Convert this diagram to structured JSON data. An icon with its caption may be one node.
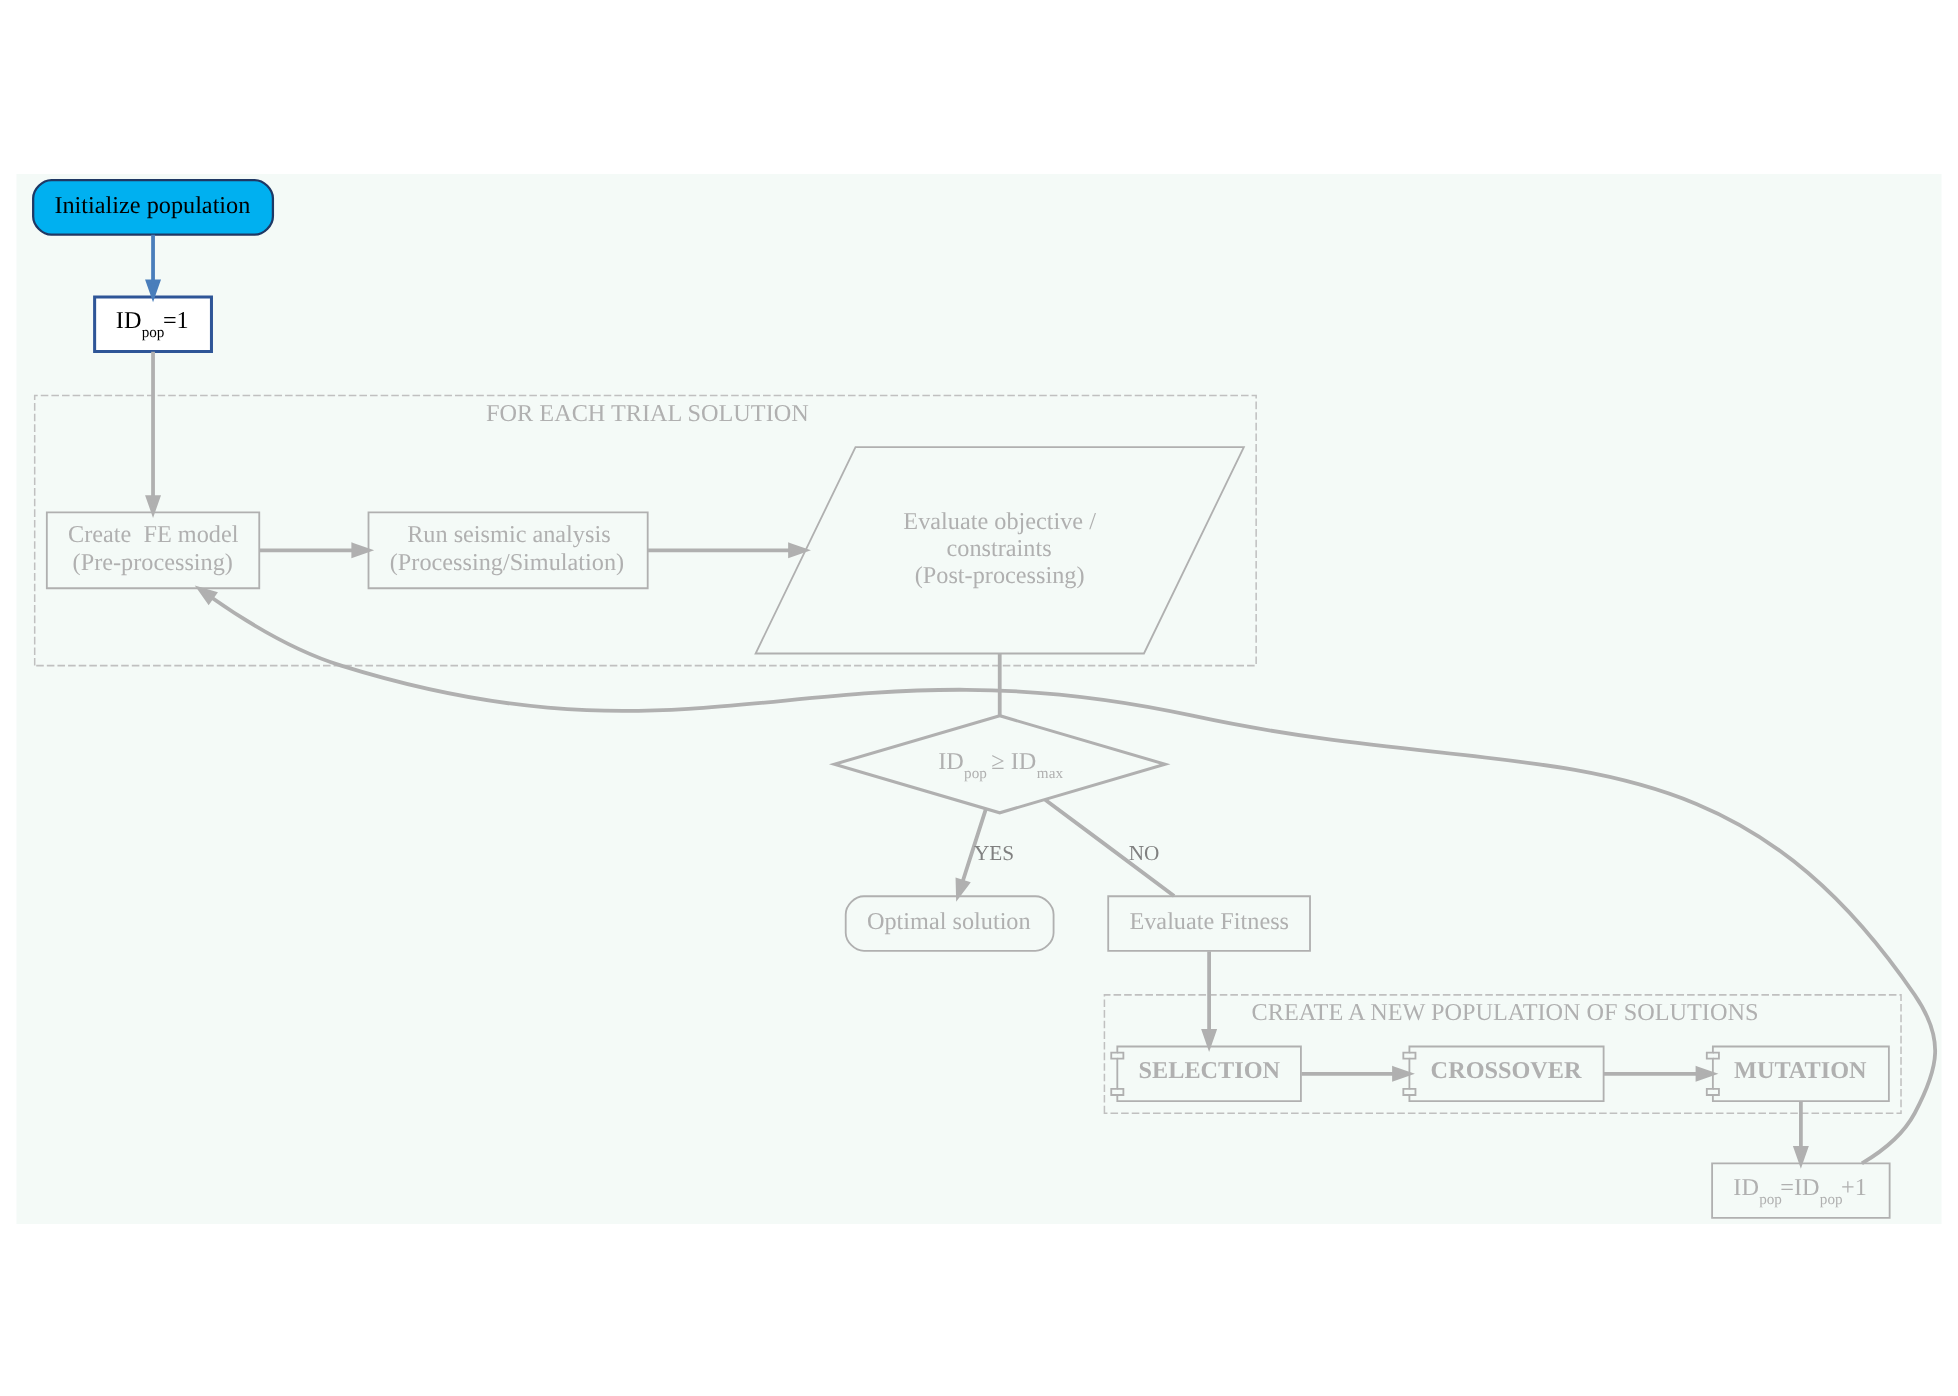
{
  "diagram": {
    "nodes": [
      {
        "text": [
          "Initialize population"
        ]
      },
      {
        "text": [
          "ID$_{pop}$=1"
        ]
      },
      {
        "text": [
          "FOR EACH TRIAL SOLUTION"
        ]
      },
      {
        "text": [
          "Create  FE model (Pre-processing)"
        ],
        "in": 2
      },
      {
        "text": [
          "Run seismic analysis (Processing/Simulation)"
        ],
        "in": 2
      },
      {
        "text": [
          "Evaluate objective / constraints (Post-processing)"
        ],
        "in": 2
      },
      {
        "text": [
          "ID$_{pop}$ ≥ ID$_{max}$"
        ]
      },
      {
        "text": [
          "Optimal solution"
        ]
      },
      {
        "text": [
          "Evaluate Fitness"
        ]
      },
      {
        "text": [
          "CREATE A NEW POPULATION OF SOLUTIONS"
        ]
      },
      {
        "text": [
          "SELECTION"
        ],
        "in": 9
      },
      {
        "text": [
          "CROSSOVER"
        ],
        "in": 9
      },
      {
        "text": [
          "MUTATION"
        ],
        "in": 9
      },
      {
        "text": [
          "ID$_{pop}$=ID$_{pop}$+1"
        ]
      }
    ],
    "edges": [
      {
        "from": 0,
        "to": 1,
        "arrow": "to",
        "color": "#4a7ebb"
      },
      {
        "from": 1,
        "to": 3,
        "arrow": "to"
      },
      {
        "from": 3,
        "to": 4,
        "arrow": "to"
      },
      {
        "from": 4,
        "to": 5,
        "arrow": "to"
      },
      {
        "from": 5,
        "to": 6,
        "arrow": "none"
      },
      {
        "from": 6,
        "to": 7,
        "label": "YES",
        "arrow": "to"
      },
      {
        "from": 6,
        "to": 8,
        "label": "NO",
        "arrow": "none"
      },
      {
        "from": 8,
        "to": 10,
        "arrow": "to"
      },
      {
        "from": 10,
        "to": 11,
        "arrow": "to"
      },
      {
        "from": 11,
        "to": 12,
        "arrow": "to"
      },
      {
        "from": 12,
        "to": 13,
        "arrow": "to"
      },
      {
        "from": 13,
        "to": 3,
        "arrow": "to"
      }
    ]
  }
}
